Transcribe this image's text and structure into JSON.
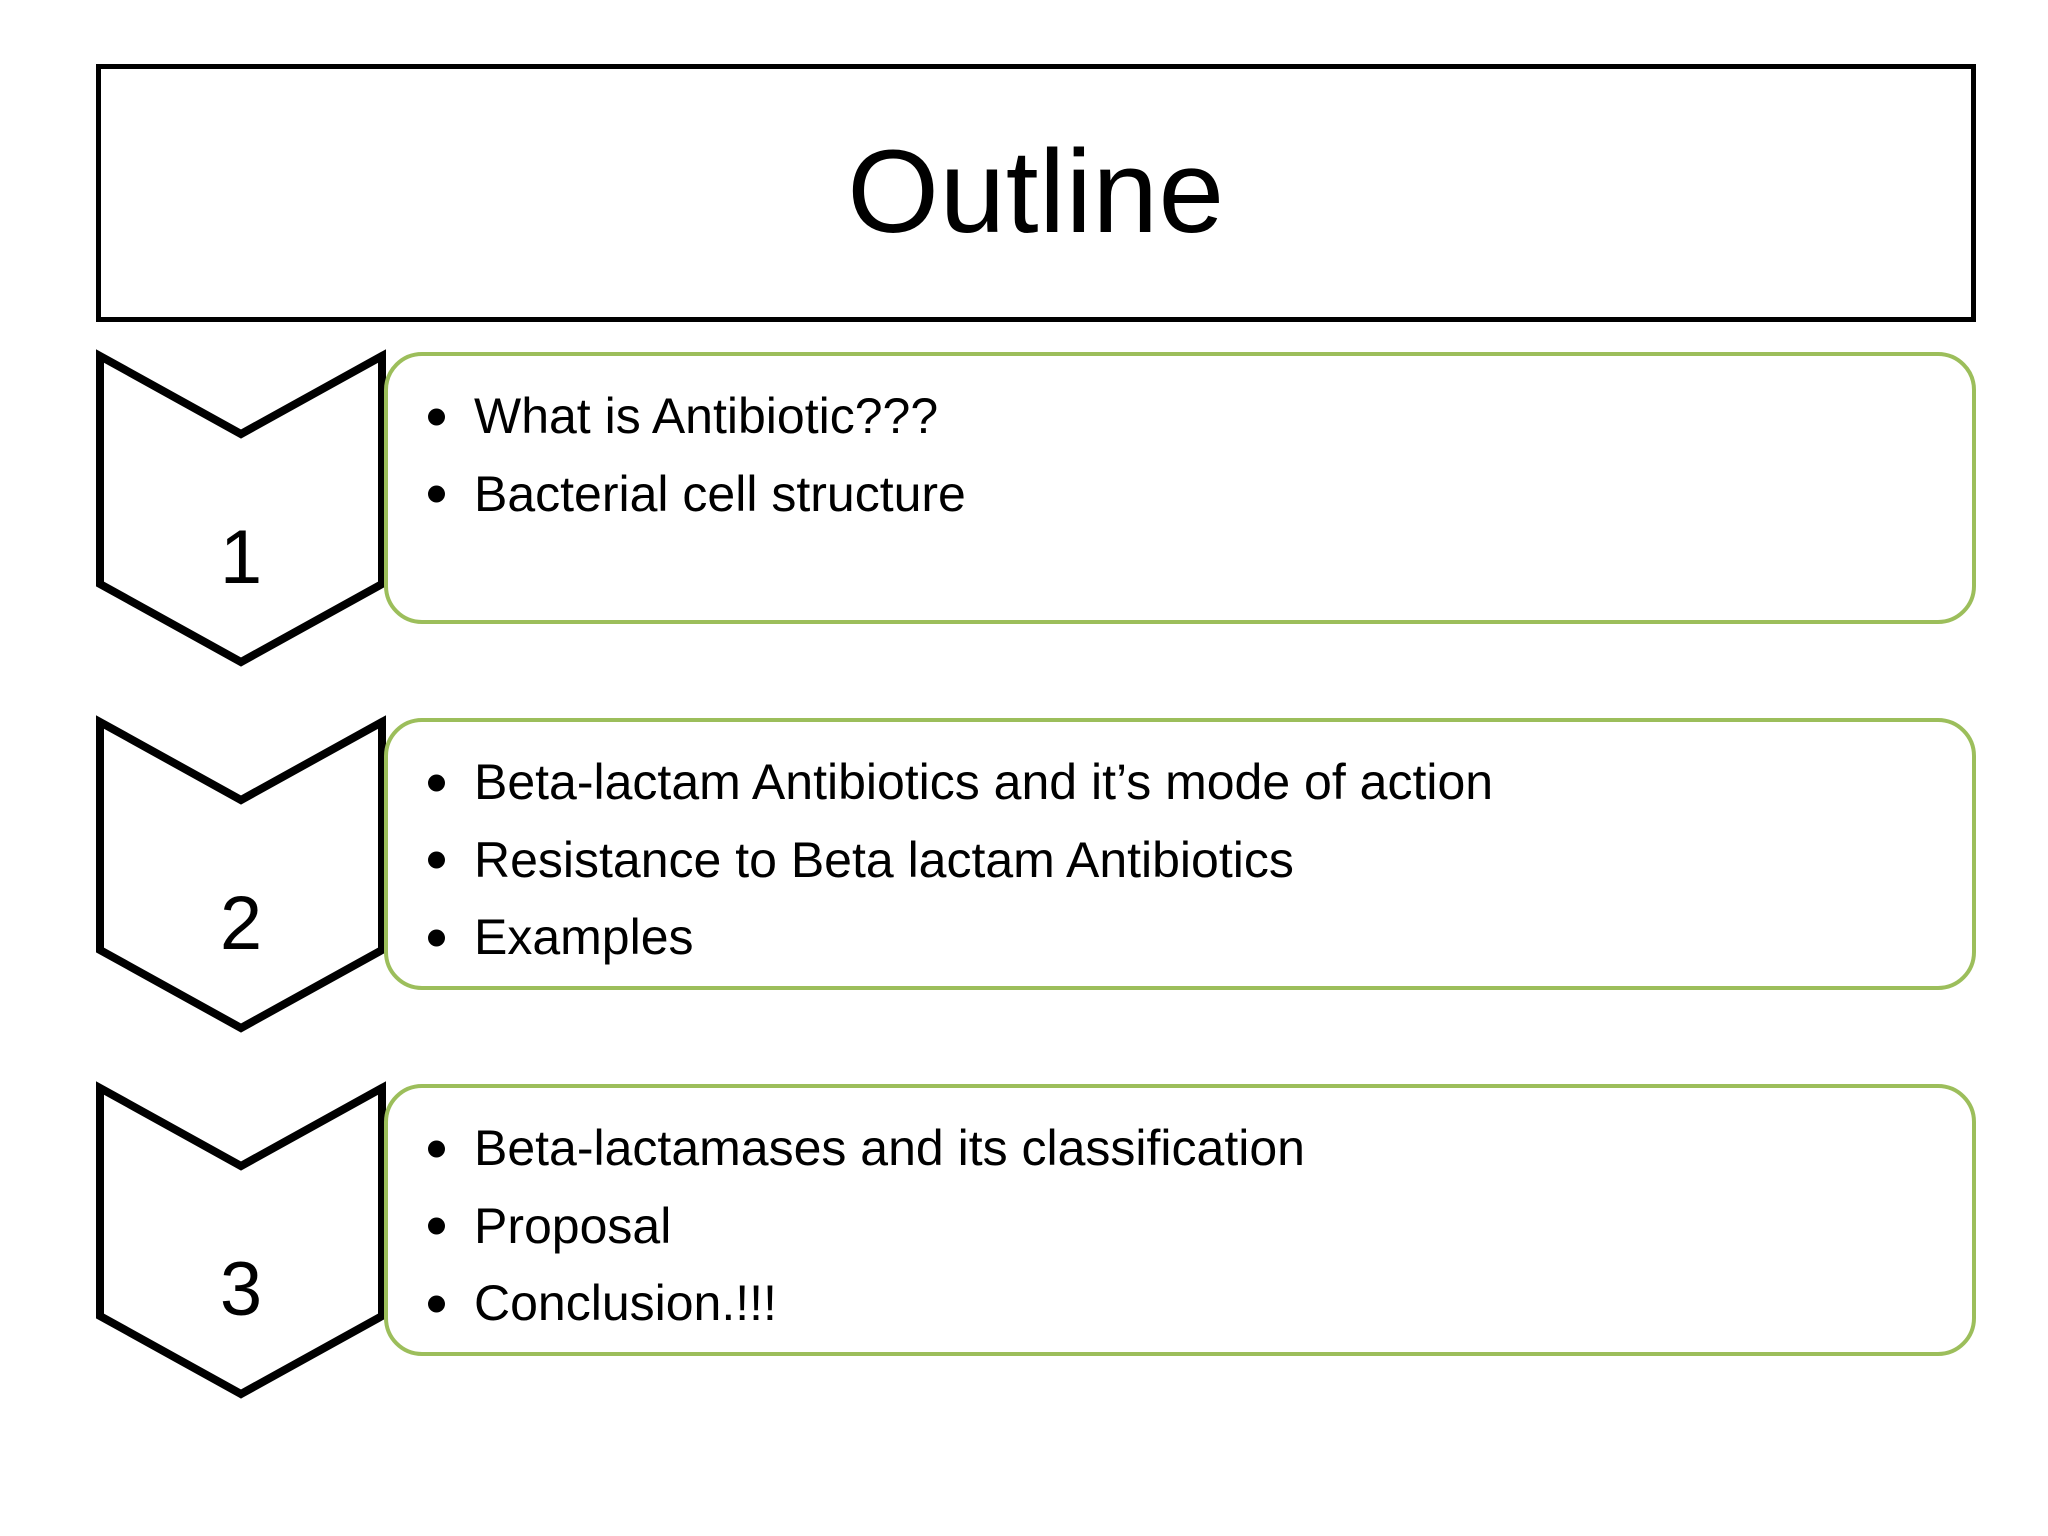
{
  "slide": {
    "title": "Outline",
    "accent_color": "#9CBE5B",
    "outline_color": "#000000",
    "background_color": "#FFFFFF"
  },
  "sections": [
    {
      "number": "1",
      "bullets": [
        "What is Antibiotic???",
        "Bacterial cell structure"
      ]
    },
    {
      "number": "2",
      "bullets": [
        "Beta-lactam Antibiotics and it’s mode of action",
        "Resistance to Beta lactam Antibiotics",
        "Examples"
      ]
    },
    {
      "number": "3",
      "bullets": [
        "Beta-lactamases and its classification",
        "Proposal",
        "Conclusion.!!!"
      ]
    }
  ]
}
